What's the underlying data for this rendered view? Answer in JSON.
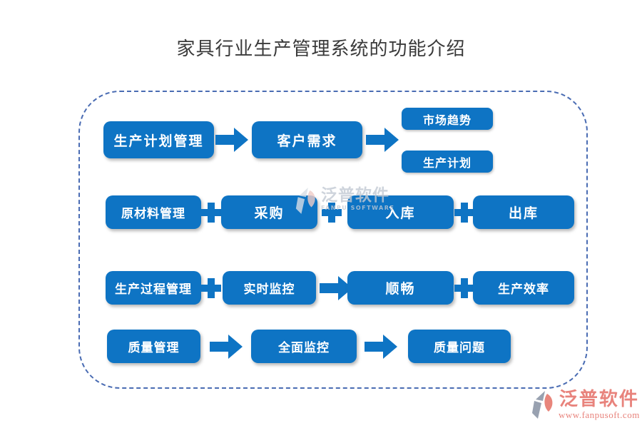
{
  "title": "家具行业生产管理系统的功能介绍",
  "colors": {
    "box_blue": "#0e74c4",
    "dashed_border_blue": "#4a6cb3",
    "brand_coral": "#e8837c",
    "watermark_gray": "#c3cad4",
    "box_text": "#ffffff"
  },
  "flow": {
    "row1": {
      "source": "生产计划管理",
      "middle": "客户需求",
      "outputs": [
        "市场趋势",
        "生产计划"
      ]
    },
    "row2": {
      "items": [
        "原材料管理",
        "采购",
        "入库",
        "出库"
      ]
    },
    "row3": {
      "items": [
        "生产过程管理",
        "实时监控",
        "顺畅",
        "生产效率"
      ]
    },
    "row4": {
      "items": [
        "质量管理",
        "全面监控",
        "质量问题"
      ]
    }
  },
  "watermark": {
    "text": "泛普软件",
    "subtext": "FANPU SOFTWARE"
  },
  "footer": {
    "brand": "泛普软件",
    "url": "www.fanpusoft.com"
  }
}
